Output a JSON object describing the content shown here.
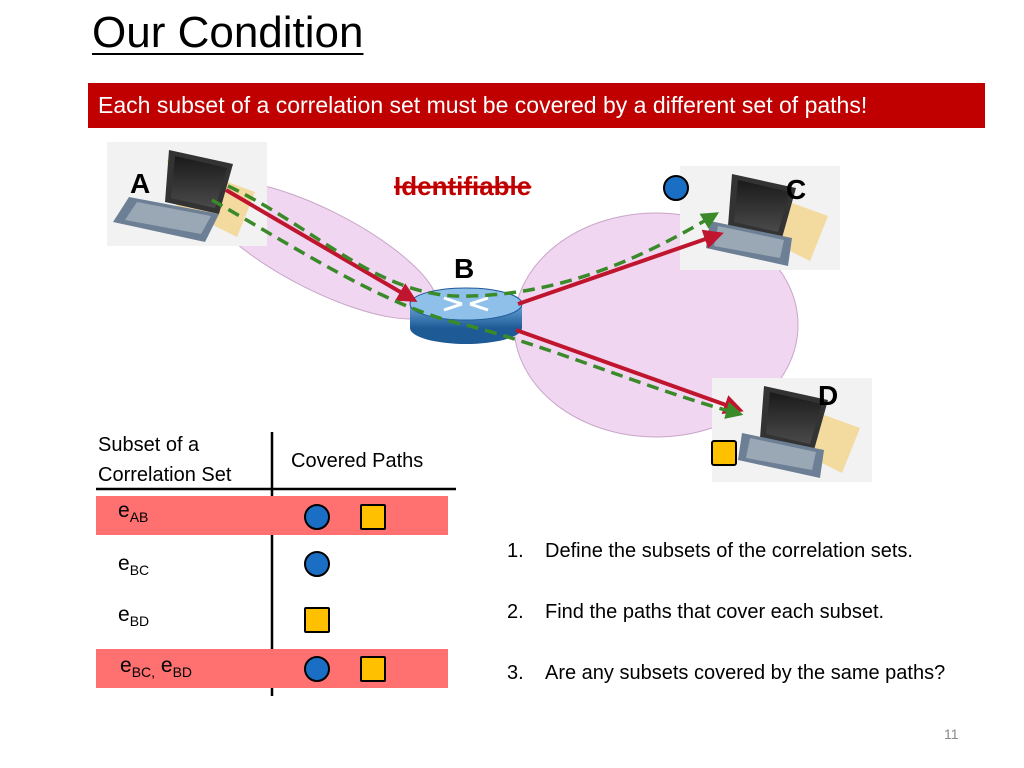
{
  "slide": {
    "title": "Our Condition",
    "banner": "Each subset of a correlation set must be covered by a different set of paths!",
    "identifiable_label": "Identifiable",
    "nodes": {
      "a": "A",
      "b": "B",
      "c": "C",
      "d": "D"
    },
    "table": {
      "header_subset_line1": "Subset of a",
      "header_subset_line2": "Correlation Set",
      "header_paths": "Covered Paths",
      "rows": [
        {
          "label": "e",
          "sub": "AB",
          "highlighted": true,
          "paths": [
            "circle-path",
            "square-path"
          ]
        },
        {
          "label": "e",
          "sub": "BC",
          "highlighted": false,
          "paths": [
            "circle-path"
          ]
        },
        {
          "label": "e",
          "sub": "BD",
          "highlighted": false,
          "paths": [
            "square-path"
          ]
        },
        {
          "label_1": "e",
          "sub_1": "BC,",
          "label_2": "e",
          "sub_2": "BD",
          "highlighted": true,
          "paths": [
            "circle-path",
            "square-path"
          ]
        }
      ]
    },
    "steps": [
      {
        "num": "1.",
        "text": "Define the subsets of the correlation sets."
      },
      {
        "num": "2.",
        "text": "Find the paths that cover each subset."
      },
      {
        "num": "3.",
        "text": "Are any subsets covered by the same paths?"
      }
    ],
    "page_number": "11",
    "colors": {
      "banner": "#c00000",
      "row_highlight": "#ff7070",
      "path_circle": "#1a6fc4",
      "path_square": "#ffc000",
      "link_arrow": "#c0152f",
      "path_dashed": "#3a8a2a",
      "correlation_ellipse": "#f0d6f0"
    }
  }
}
